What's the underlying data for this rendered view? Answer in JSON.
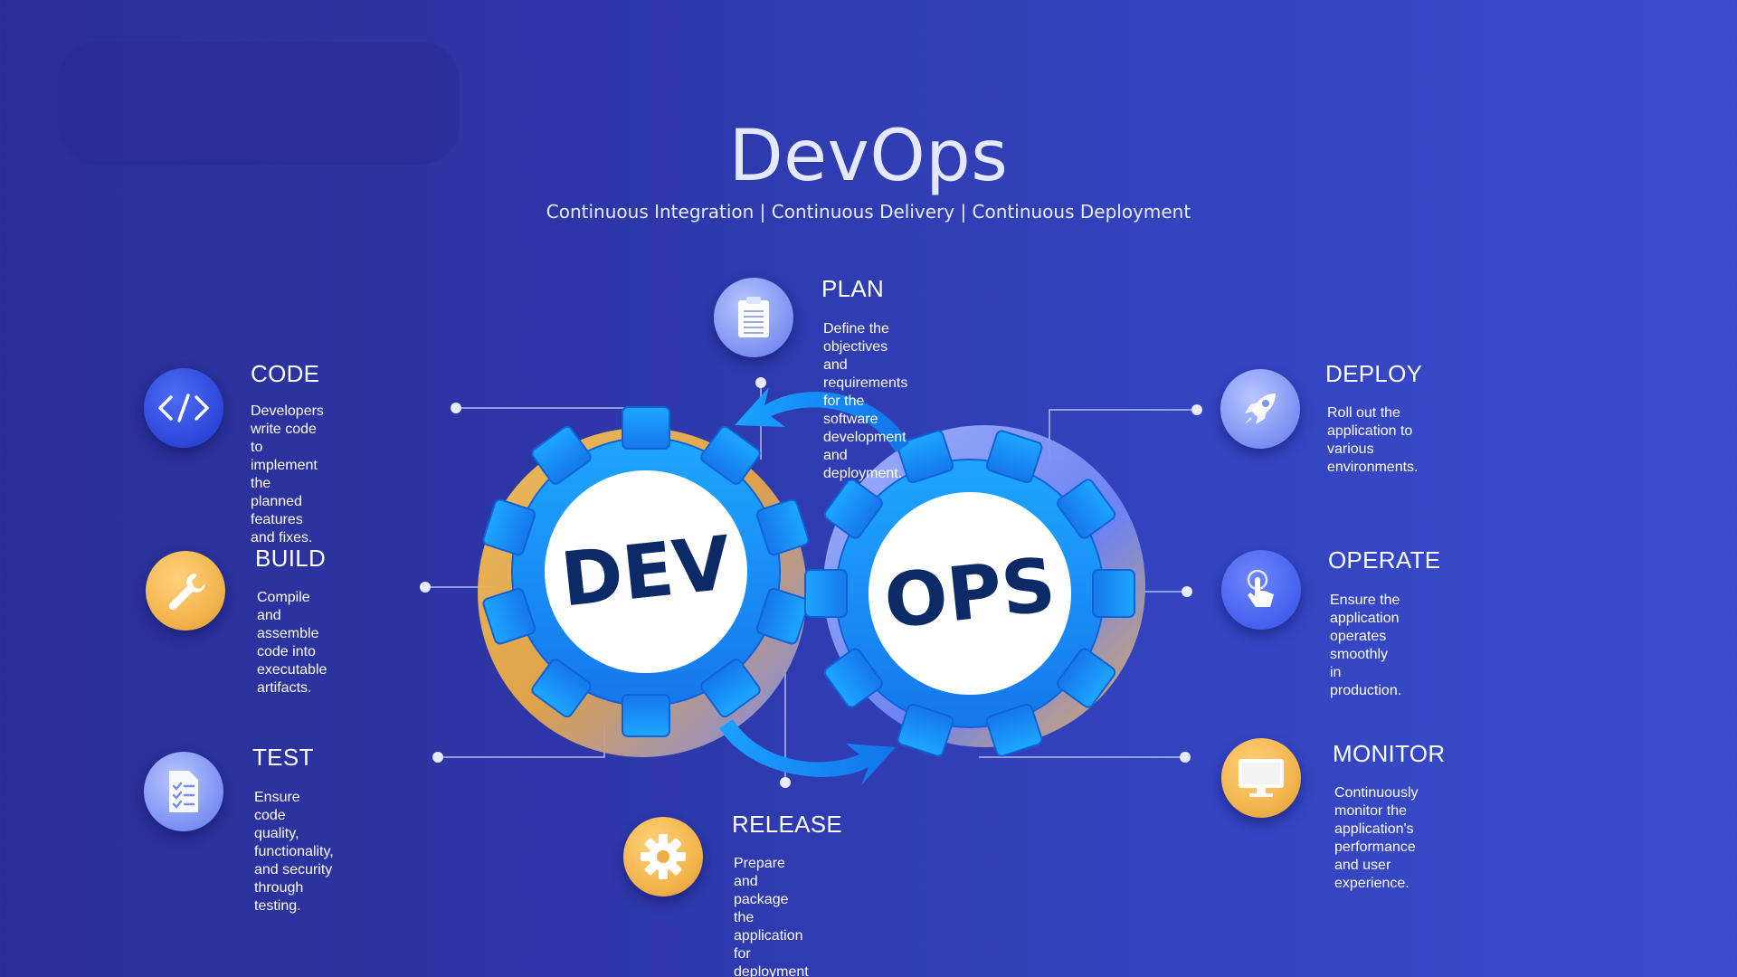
{
  "header": {
    "title": "DevOps",
    "subtitle": "Continuous Integration | Continuous Delivery | Continuous Deployment"
  },
  "gears": {
    "dev_label": "DEV",
    "ops_label": "OPS"
  },
  "steps": {
    "plan": {
      "title": "PLAN",
      "desc": [
        "Define the objectives and requirements",
        "for the software development and",
        "deployment."
      ],
      "icon": "clipboard-icon"
    },
    "code": {
      "title": "CODE",
      "desc": [
        "Developers write code to",
        "implement the planned",
        "features and fixes."
      ],
      "icon": "code-icon"
    },
    "build": {
      "title": "BUILD",
      "desc": [
        "Compile and assemble",
        "code into executable",
        "artifacts."
      ],
      "icon": "wrench-icon"
    },
    "test": {
      "title": "TEST",
      "desc": [
        "Ensure code quality, functionality,",
        "and security through testing."
      ],
      "icon": "checklist-icon"
    },
    "release": {
      "title": "RELEASE",
      "desc": [
        "Prepare and package the",
        "application for deployment"
      ],
      "icon": "gear-icon"
    },
    "deploy": {
      "title": "DEPLOY",
      "desc": [
        "Roll out the application to",
        "various environments."
      ],
      "icon": "rocket-icon"
    },
    "operate": {
      "title": "OPERATE",
      "desc": [
        "Ensure the application operates",
        "smoothly in production."
      ],
      "icon": "touch-icon"
    },
    "monitor": {
      "title": "MONITOR",
      "desc": [
        "Continuously monitor the application's",
        "performance and user experience."
      ],
      "icon": "monitor-icon"
    }
  },
  "colors": {
    "gear_blue": "#1a8cf5",
    "gear_dark_text": "#0c2a66",
    "gold": "#f2b24a",
    "connector": "#c9d2ff"
  }
}
